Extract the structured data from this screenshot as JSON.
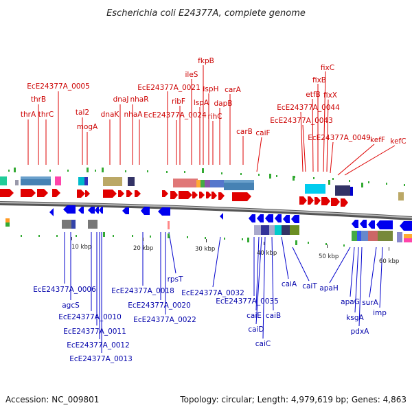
{
  "title": "Escherichia coli E24377A, complete genome",
  "footer": {
    "accession": "Accession: NC_009801",
    "summary": "Topology: circular; Length: 4,979,619 bp; Genes: 4,863"
  },
  "colors": {
    "forward_gene": "#e00000",
    "reverse_gene": "#0000ee",
    "forward_label": "#cc0000",
    "reverse_label": "#0000aa",
    "backbone": "#888888",
    "dots": "#33aa33"
  },
  "ticks": [
    "10 kbp",
    "20 kbp",
    "30 kbp",
    "40 kbp",
    "50 kbp",
    "60 kbp"
  ],
  "forward_labels": [
    "thrA",
    "thrB",
    "thrC",
    "EcE24377A_0005",
    "tal2",
    "mogA",
    "dnaK",
    "dnaJ",
    "nhaR",
    "nhaA",
    "EcE24377A_0021",
    "EcE24377A_0024",
    "ribF",
    "ileS",
    "lspA",
    "fkpB",
    "ispH",
    "rihC",
    "dapB",
    "carA",
    "carB",
    "caiF",
    "EcE24377A_0044",
    "EcE24377A_0043",
    "etfB",
    "fixB",
    "fixC",
    "fixX",
    "EcE24377A_0049",
    "kefF",
    "kefC"
  ],
  "reverse_labels": [
    "EcE24377A_0006",
    "agcS",
    "EcE24377A_0010",
    "EcE24377A_0011",
    "EcE24377A_0012",
    "EcE24377A_0013",
    "EcE24377A_0018",
    "EcE24377A_0020",
    "EcE24377A_0022",
    "rpsT",
    "EcE24377A_0032",
    "EcE24377A_0035",
    "caiE",
    "caiD",
    "caiC",
    "caiB",
    "caiA",
    "caiT",
    "apaH",
    "apaG",
    "ksgA",
    "pdxA",
    "surA",
    "imp"
  ]
}
